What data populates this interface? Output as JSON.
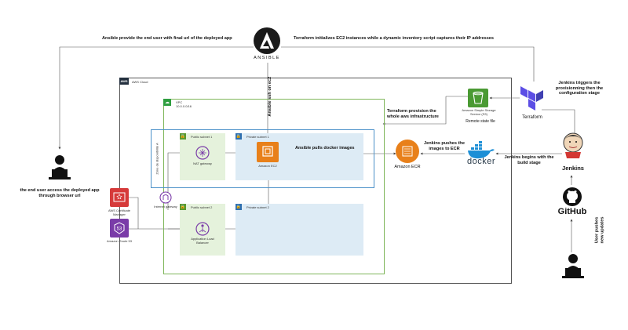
{
  "annotations": {
    "ansible_top": "Ansible provide the end user with final url of the deployed app",
    "terraform_top": "Terraform initializes EC2 instances while a dynamic inventory script captures their IP addresses",
    "ansible_ssh": "Ansible ssh on ec2",
    "terraform_provision": "Terraform provision the whole aws infrastructure",
    "ansible_pulls": "Ansible pulls docker images",
    "jenkins_pushes": "Jenkins pushes the images to ECR",
    "jenkins_build": "Jenkins begins with the build stage",
    "jenkins_triggers": "Jenkins triggers the provisionning then the configuration stage",
    "end_user": "the end user access the deployed app through browser url",
    "user_pushes": "User pushes new updates"
  },
  "logos": {
    "ansible": "ANSIBLE",
    "terraform": "Terraform",
    "jenkins": "Jenkins",
    "github": "GitHub",
    "docker": "docker"
  },
  "aws": {
    "badge": "AWS",
    "cloud": "AWS Cloud",
    "vpc": "VPC",
    "vpc_cidr": "10.0.0.0/16",
    "az": "Zone de disponibilité A",
    "public_subnet_1": "Public subnet 1",
    "private_subnet_1": "Private subnet 1",
    "public_subnet_2": "Public subnet 2",
    "private_subnet_2": "Private subnet 2",
    "nat": "NAT gateway",
    "ec2": "Amazon EC2",
    "alb": "Application Load Balancer",
    "igw": "Internet gateway",
    "acm": "AWS Certificate Manager",
    "route53": "Amazon Route 53",
    "s3": "Amazon Simple Storage Service (S3)",
    "remote_state": "Remote state file",
    "ecr": "Amazon ECR"
  },
  "icons": {
    "ansible": "ansible-logo-icon",
    "terraform": "terraform-logo-icon",
    "jenkins": "jenkins-logo-icon",
    "github": "github-logo-icon",
    "docker": "docker-whale-icon",
    "user": "laptop-user-icon"
  },
  "colors": {
    "ansible": "#1a1a1a",
    "terraform": "#5c4ee5",
    "aws_orange": "#e8801a",
    "s3_green": "#4a9a33",
    "vpc_green": "#7fb65a",
    "az_blue": "#4a90c8",
    "public_subnet": "#e5f2dc",
    "private_subnet": "#ddebf5",
    "docker_blue": "#1d8fd6",
    "acm_red": "#d63a3a",
    "route53_purple": "#7a3ca8"
  }
}
